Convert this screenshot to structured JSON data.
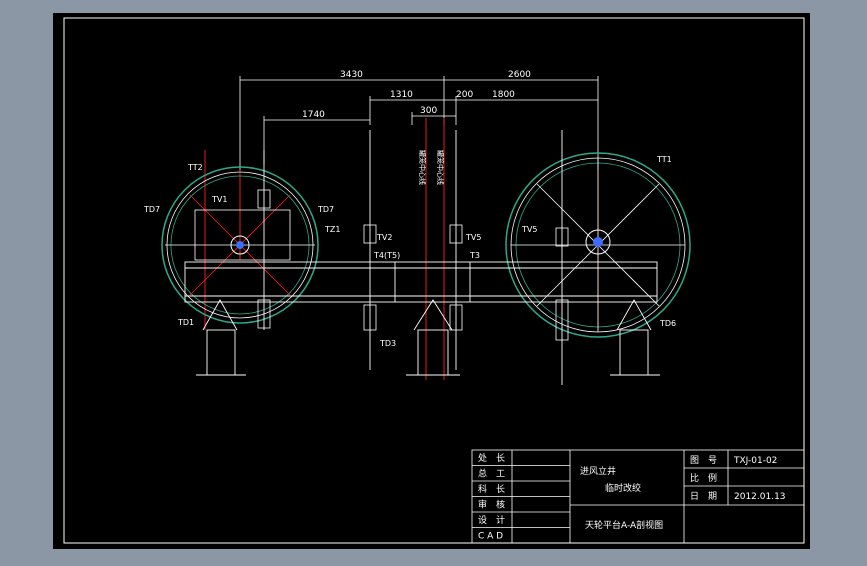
{
  "colors": {
    "background": "#8c97a6",
    "sheet": "#000000",
    "line": "#ffffff",
    "axis": "#ff2020",
    "wheel": "#2fa88a",
    "highlight": "#3d6cff"
  },
  "dimensions": {
    "d3430": "3430",
    "d2600": "2600",
    "d1310": "1310",
    "d1740": "1740",
    "d300": "300",
    "d200": "200",
    "d1800": "1800"
  },
  "labels": {
    "tt2": "TT2",
    "tt1": "TT1",
    "tv1": "TV1",
    "tv2": "TV2",
    "tv5a": "TV5",
    "tv5b": "TV5",
    "td7a": "TD7",
    "td7b": "TD7",
    "tz1": "TZ1",
    "t4t5": "T4(T5)",
    "t3": "T3",
    "td1": "TD1",
    "td3": "TD3",
    "td6": "TD6",
    "vert1": "罐笼中心线",
    "vert2": "罐笼中心线"
  },
  "title_block": {
    "roles": [
      "处　长",
      "总　工",
      "科　长",
      "审　核",
      "设　计",
      "C A D"
    ],
    "project_line1": "进风立井",
    "project_line2": "临时改绞",
    "drawing_title": "天轮平台A-A剖视图",
    "fields": [
      {
        "label": "图　号",
        "value": "TXJ-01-02"
      },
      {
        "label": "比　例",
        "value": ""
      },
      {
        "label": "日　期",
        "value": "2012.01.13"
      }
    ]
  }
}
